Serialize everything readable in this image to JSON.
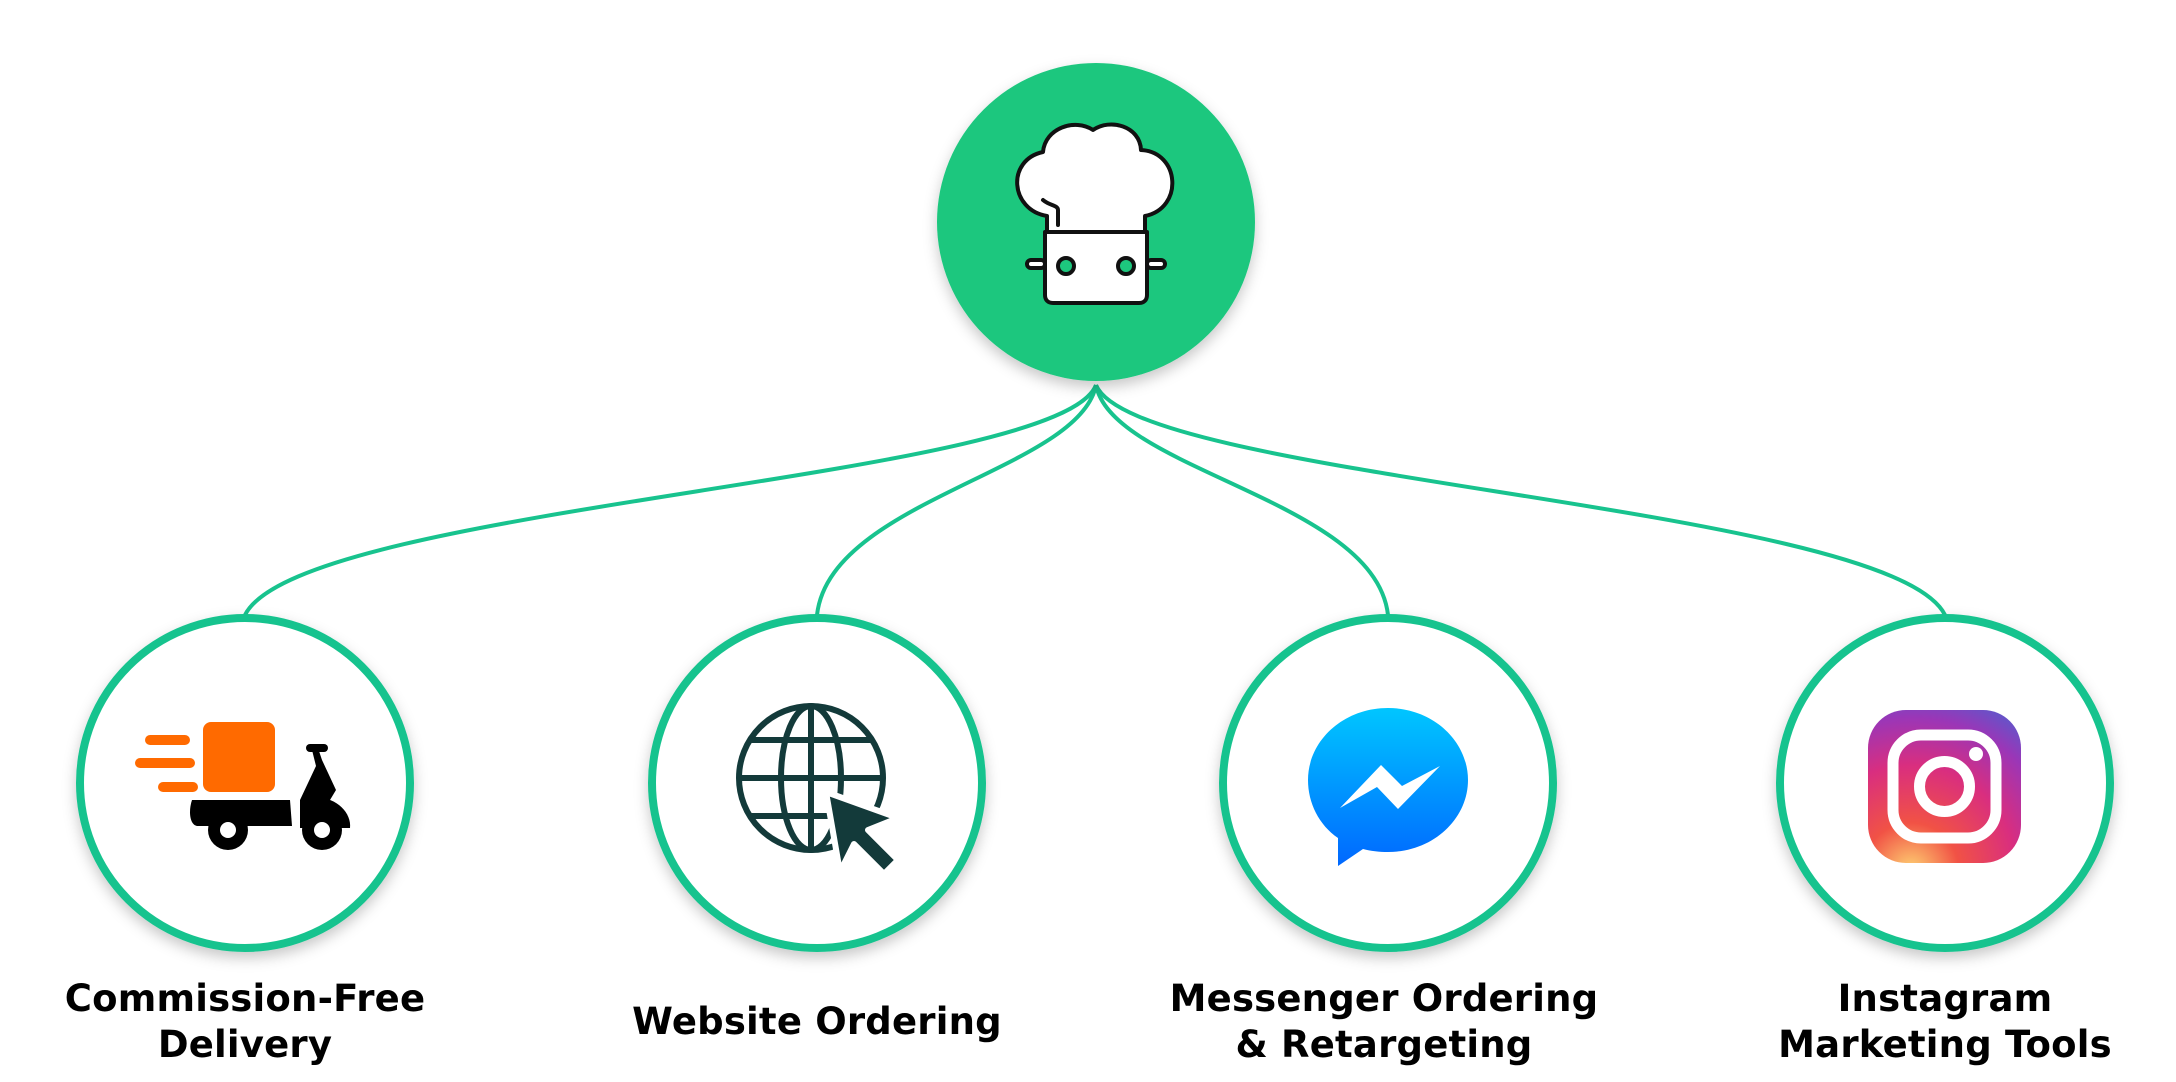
{
  "hub": {
    "icon": "chef-hat-icon"
  },
  "features": [
    {
      "label": "Commission-Free\nDelivery",
      "icon": "delivery-scooter-icon"
    },
    {
      "label": "Website Ordering",
      "icon": "globe-cursor-icon"
    },
    {
      "label": "Messenger Ordering\n& Retargeting",
      "icon": "messenger-icon"
    },
    {
      "label": "Instagram\nMarketing Tools",
      "icon": "instagram-icon"
    }
  ],
  "colors": {
    "hub_fill": "#1DC77E",
    "ring": "#18C38E",
    "connector": "#18C38E",
    "scooter_box": "#FF6A00",
    "globe": "#133A3A",
    "messenger_top": "#00C6FF",
    "messenger_bottom": "#0068FF"
  }
}
